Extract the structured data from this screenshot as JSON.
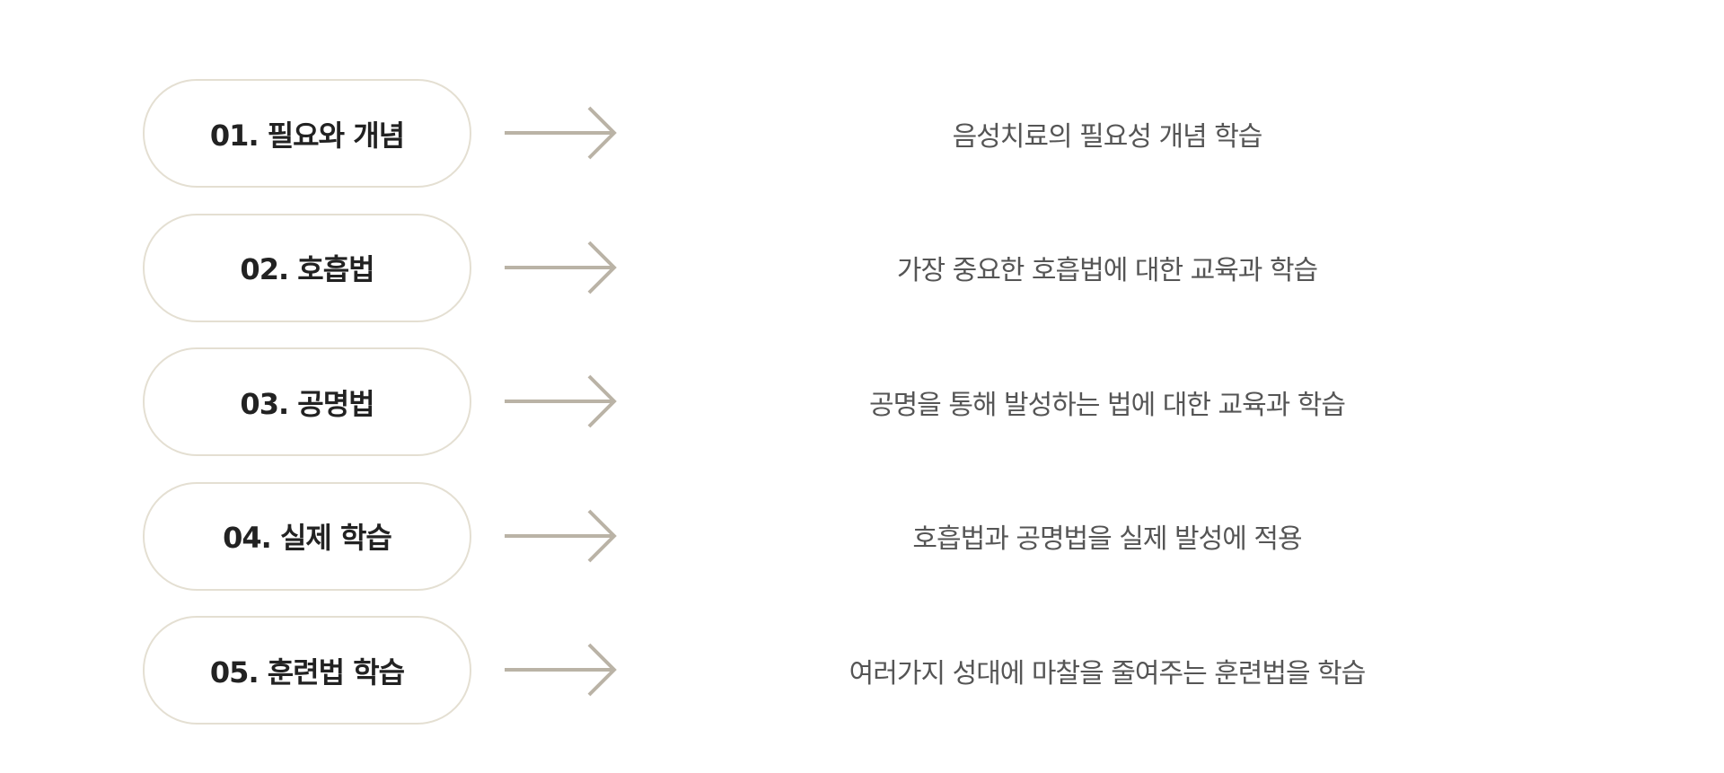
{
  "steps": [
    {
      "title": "01. 필요와 개념",
      "description": "음성치료의 필요성 개념 학습"
    },
    {
      "title": "02. 호흡법",
      "description": "가장 중요한 호흡법에 대한 교육과 학습"
    },
    {
      "title": "03. 공명법",
      "description": "공명을 통해 발성하는 법에 대한 교육과 학습"
    },
    {
      "title": "04. 실제 학습",
      "description": "호흡법과 공명법을 실제 발성에 적용"
    },
    {
      "title": "05. 훈련법 학습",
      "description": "여러가지 성대에 마찰을 줄여주는 훈련법을 학습"
    }
  ],
  "colors": {
    "border": "#e4dfd2",
    "arrow": "#bab3a6",
    "title": "#222222",
    "text": "#555555"
  }
}
